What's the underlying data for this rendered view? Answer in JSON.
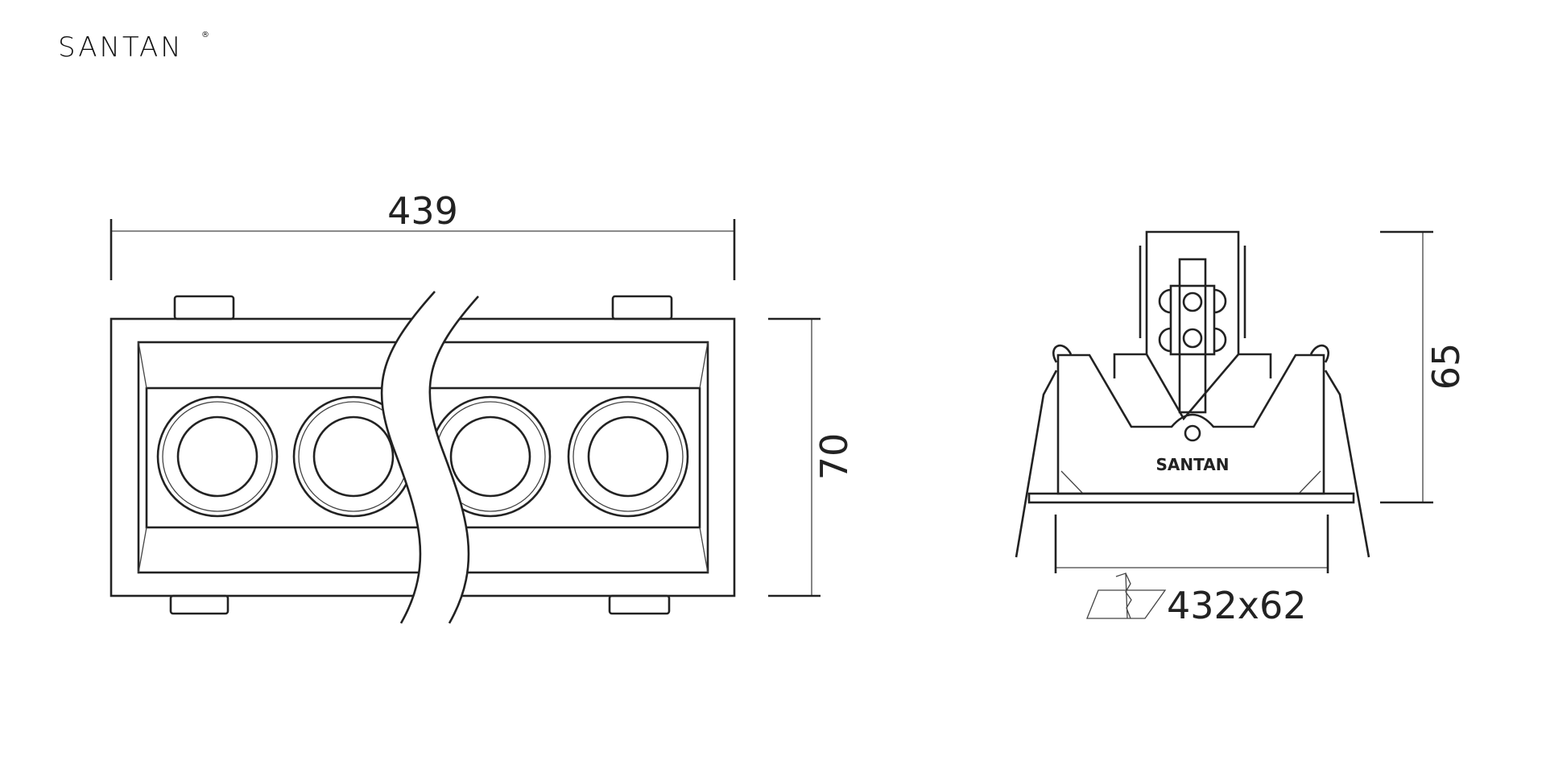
{
  "brand": {
    "logo_text": "SANTAN",
    "registered": "®",
    "body_marking": "SANTAN"
  },
  "front_view": {
    "width_label": "439",
    "height_label": "70",
    "lens_count": 4
  },
  "side_view": {
    "height_label": "65",
    "cutout_label": "432x62"
  }
}
